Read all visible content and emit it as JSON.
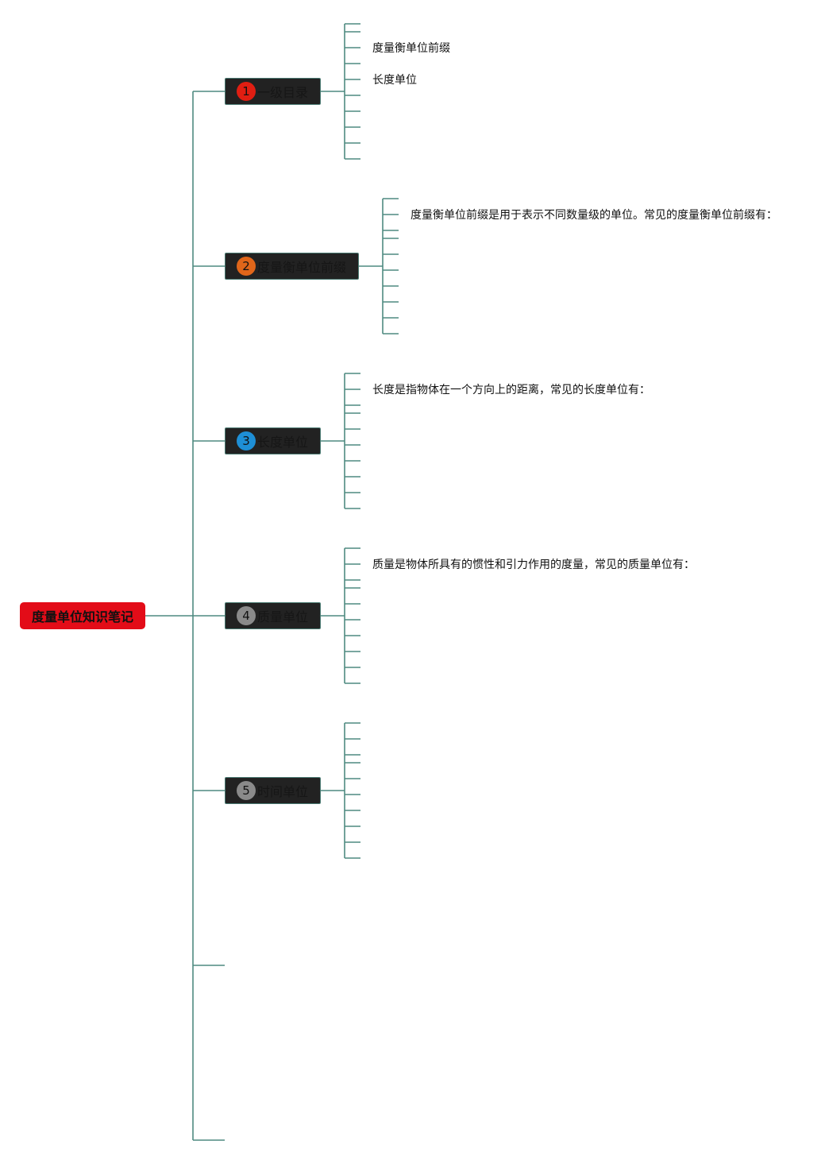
{
  "root": {
    "label": "度量单位知识笔记"
  },
  "topics": [
    {
      "number": "1",
      "label": "一级目录",
      "badge_color": "#e01e12",
      "children": [
        "度量衡单位前缀",
        "长度单位"
      ]
    },
    {
      "number": "2",
      "label": "度量衡单位前缀",
      "badge_color": "#e0661a",
      "children": [
        "度量衡单位前缀是用于表示不同数量级的单位。常见的度量衡单位前缀有："
      ]
    },
    {
      "number": "3",
      "label": "长度单位",
      "badge_color": "#1e8fd6",
      "children": [
        "长度是指物体在一个方向上的距离，常见的长度单位有："
      ]
    },
    {
      "number": "4",
      "label": "质量单位",
      "badge_color": "#8a8a8a",
      "children": [
        "质量是物体所具有的惯性和引力作用的度量，常见的质量单位有："
      ]
    },
    {
      "number": "5",
      "label": "时间单位",
      "badge_color": "#8a8a8a",
      "children": []
    }
  ],
  "colors": {
    "connector": "#4f8a80"
  }
}
